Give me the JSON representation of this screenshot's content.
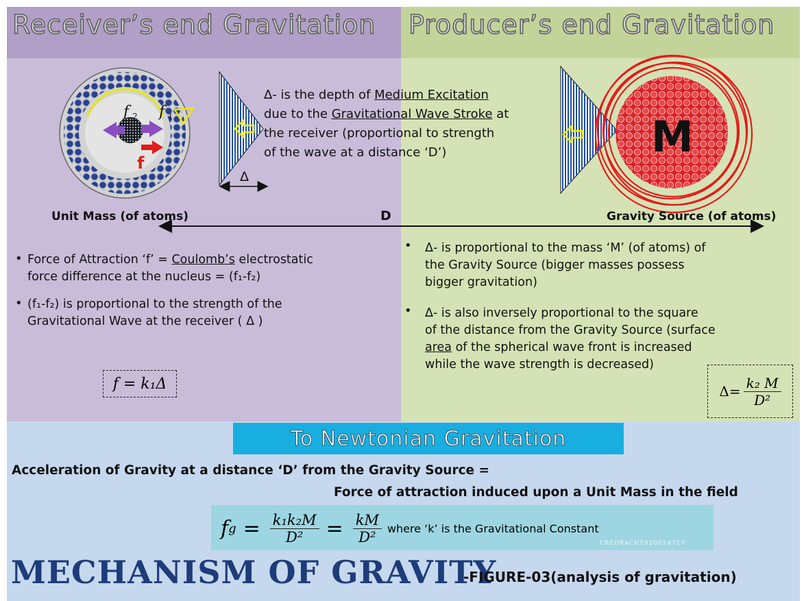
{
  "headers": {
    "left": "Receiver’s end Gravitation",
    "right": "Producer’s end Gravitation"
  },
  "diagram_labels": {
    "f2": "f",
    "f2_sub": "2",
    "f1": "f",
    "f1_sub": "1",
    "f": "f",
    "delta": "Δ",
    "mass_symbol": "M",
    "unit_mass": "Unit Mass (of atoms)",
    "distance": "D",
    "gravity_source": "Gravity Source (of atoms)"
  },
  "center_description": {
    "line1_prefix": "Δ- is the depth of ",
    "line1_underlined": "Medium Excitation",
    "line2_prefix": "due to the ",
    "line2_underlined": "Gravitational Wave Stroke",
    "line2_suffix": " at",
    "line3": "the receiver (proportional to strength",
    "line4": "of the wave at a distance ‘D’)"
  },
  "left_bullets": {
    "b1_line1_prefix": "Force of Attraction ‘f’ = ",
    "b1_line1_underlined": "Coulomb’s",
    "b1_line1_suffix": " electrostatic",
    "b1_line2": "force difference at the nucleus = (f₁-f₂)",
    "b2_line1": "(f₁-f₂) is proportional to the strength of the",
    "b2_line2": "Gravitational Wave at the receiver ( Δ )"
  },
  "right_bullets": {
    "b1_line1": "Δ- is proportional to the mass ‘M’ (of atoms) of",
    "b1_line2": "the Gravity Source (bigger masses possess",
    "b1_line3": "bigger gravitation)",
    "b2_line1": "Δ- is also inversely proportional to the square",
    "b2_line2": "of the distance from the Gravity Source (surface",
    "b2_line3_underlined": "area",
    "b2_line3_suffix": " of the spherical wave front is increased",
    "b2_line4": "while the wave strength is decreased)"
  },
  "equations": {
    "f_eq": "f = k₁Δ",
    "delta_lhs": "Δ=",
    "delta_num": "k₂ M",
    "delta_den": "D²",
    "fg_lhs": "f",
    "fg_sub": "g",
    "fg_num1": "k₁k₂M",
    "fg_den1": "D²",
    "fg_num2": "kM",
    "fg_den2": "D²",
    "fg_note": "where ‘k’ is the Gravitational Constant"
  },
  "banner": "To Newtonian Gravitation",
  "acceleration": {
    "line1": "Acceleration of Gravity at a distance ‘D’ from the Gravity Source =",
    "line2": "Force of attraction induced upon  a Unit Mass in the field"
  },
  "credit": "CREDRACHT920024717",
  "title": {
    "main": "MECHANISM OF GRAVITY",
    "caption": "-FIGURE-03(analysis of gravitation)"
  },
  "colors": {
    "left_bg": "#c9bcd9",
    "right_bg": "#d5e2b5",
    "bottom_bg": "#c5d8ee",
    "banner_bg": "#19aee0",
    "mass_red": "#e31b1b",
    "wave_blue": "#1f4f9e",
    "title_blue": "#1e3c7a"
  }
}
